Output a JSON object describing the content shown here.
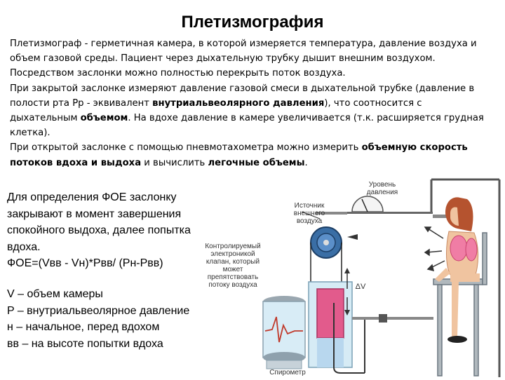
{
  "title": "Плетизмография",
  "intro": {
    "p1": "Плетизмограф - герметичная камера, в которой измеряется температура, давление воздуха и объем газовой среды. Пациент через дыхательную трубку дышит внешним воздухом. Посредством заслонки можно полностью перекрыть поток воздуха.",
    "p2_start": "При закрытой заслонке измеряют давление газовой смеси в дыхательной трубке (давление в полости рта Pр - эквивалент ",
    "p2_bold": "внутриальвеолярного давления",
    "p2_mid": "), что соотносится с дыхательным ",
    "p2_bold2": "объемом",
    "p2_end": ". На вдохе давление в камере увеличивается (т.к. расширяется грудная клетка).",
    "p3_start": "При открытой заслонке с помощью пневмотахометра можно измерить ",
    "p3_bold": "объемную скорость потоков вдоха и выдоха",
    "p3_mid": " и вычислить ",
    "p3_bold2": "легочные объемы",
    "p3_end": "."
  },
  "left": {
    "foe": "Для определения ФОЕ заслонку закрывают в момент завершения спокойного выдоха, далее попытка вдоха.",
    "formula": "ФОЕ=(Vвв - Vн)*Pвв/ (Pн-Pвв)",
    "legend": [
      "V – объем камеры",
      "P – внутриальвеолярное давление",
      "н – начальное, перед вдохом",
      "вв – на высоте попытки вдоха"
    ]
  },
  "figure": {
    "label_pressure_l1": "Уровень",
    "label_pressure_l2": "давления",
    "label_source_l1": "Источник",
    "label_source_l2": "внешнего",
    "label_source_l3": "воздуха",
    "label_valve_l1": "Контролируемый",
    "label_valve_l2": "электроникой",
    "label_valve_l3": "клапан, который",
    "label_valve_l4": "может",
    "label_valve_l5": "препятствовать",
    "label_valve_l6": "потоку воздуха",
    "label_dv": "ΔV",
    "label_spiro": "Спирометр"
  },
  "colors": {
    "glass": "#cfe6f0",
    "pink": "#e25b8c",
    "blue_fluid": "#9fc6e6",
    "metal": "#7a8c99",
    "skin": "#f0c4a0",
    "lung": "#f07da5"
  }
}
